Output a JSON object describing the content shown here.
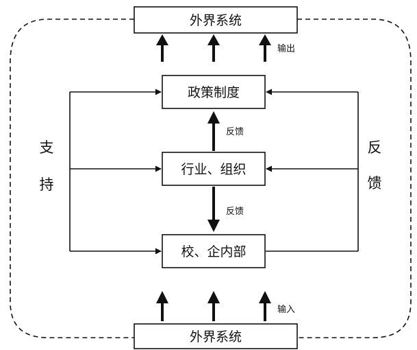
{
  "diagram": {
    "nodes": {
      "external_top": "外界系统",
      "policy": "政策制度",
      "industry": "行业、组织",
      "school": "校、企内部",
      "external_bottom": "外界系统"
    },
    "labels": {
      "output": "输出",
      "input": "输入",
      "feedback_upper": "反馈",
      "feedback_lower": "反馈",
      "support_1": "支",
      "support_2": "持",
      "feedback_side_1": "反",
      "feedback_side_2": "馈"
    }
  }
}
